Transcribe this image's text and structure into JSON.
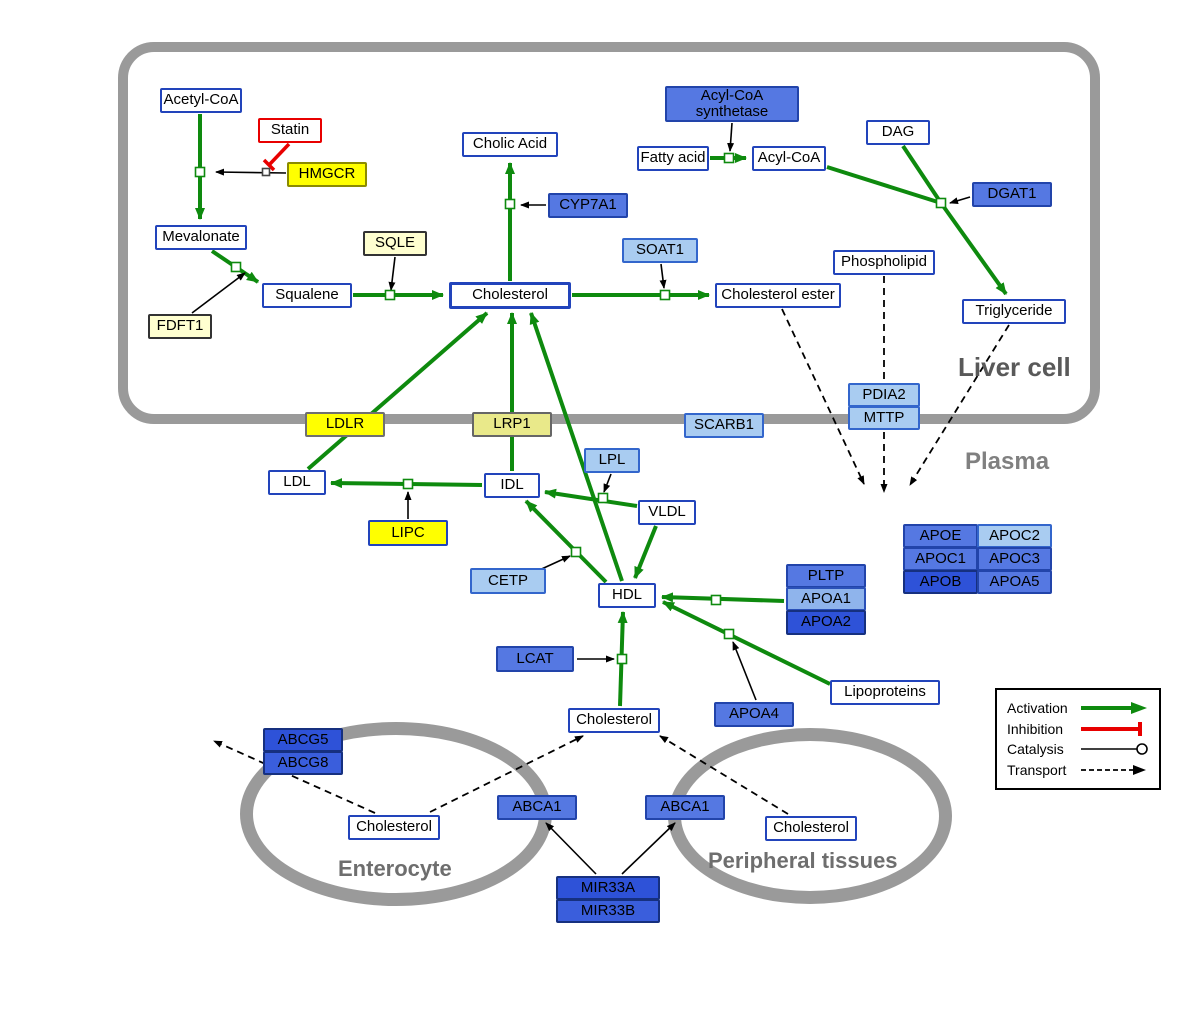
{
  "regions": {
    "liver": "Liver cell",
    "plasma": "Plasma",
    "enterocyte": "Enterocyte",
    "peripheral": "Peripheral tissues"
  },
  "nodes": {
    "acetyl_coa": "Acetyl-CoA",
    "statin": "Statin",
    "hmgcr": "HMGCR",
    "mevalonate": "Mevalonate",
    "sqle": "SQLE",
    "fdft1": "FDFT1",
    "squalene": "Squalene",
    "cholic_acid": "Cholic Acid",
    "cyp7a1": "CYP7A1",
    "cholesterol_liver": "Cholesterol",
    "soat1": "SOAT1",
    "cholesterol_ester": "Cholesterol ester",
    "acyl_coa_synthetase": "Acyl-CoA synthetase",
    "fatty_acid": "Fatty acid",
    "acyl_coa": "Acyl-CoA",
    "dag": "DAG",
    "dgat1": "DGAT1",
    "phospholipid": "Phospholipid",
    "triglyceride": "Triglyceride",
    "pdia2": "PDIA2",
    "mttp": "MTTP",
    "scarb1": "SCARB1",
    "ldlr": "LDLR",
    "lrp1": "LRP1",
    "ldl": "LDL",
    "idl": "IDL",
    "lpl": "LPL",
    "vldl": "VLDL",
    "lipc": "LIPC",
    "cetp": "CETP",
    "hdl": "HDL",
    "lcat": "LCAT",
    "pltp": "PLTP",
    "apoa1": "APOA1",
    "apoa2": "APOA2",
    "apoa4": "APOA4",
    "lipoproteins": "Lipoproteins",
    "apoe": "APOE",
    "apoc2": "APOC2",
    "apoc1": "APOC1",
    "apoc3": "APOC3",
    "apob": "APOB",
    "apoa5": "APOA5",
    "cholesterol_plasma": "Cholesterol",
    "abcg5": "ABCG5",
    "abcg8": "ABCG8",
    "cholesterol_enterocyte": "Cholesterol",
    "abca1_enterocyte": "ABCA1",
    "abca1_peripheral": "ABCA1",
    "cholesterol_peripheral": "Cholesterol",
    "mir33a": "MIR33A",
    "mir33b": "MIR33B"
  },
  "legend": {
    "activation": "Activation",
    "inhibition": "Inhibition",
    "catalysis": "Catalysis",
    "transport": "Transport"
  },
  "colors": {
    "activation": "#0E8A0E",
    "inhibition": "#E80000",
    "catalysis": "#000000",
    "transport": "#000000",
    "membrane": "#9A9A9A",
    "node_border_blue": "#2244BB",
    "yellow": "#FFFF00",
    "blue_light": "#A9CCF1",
    "blue_mid": "#5578E2",
    "blue_dark": "#2E52D8"
  }
}
